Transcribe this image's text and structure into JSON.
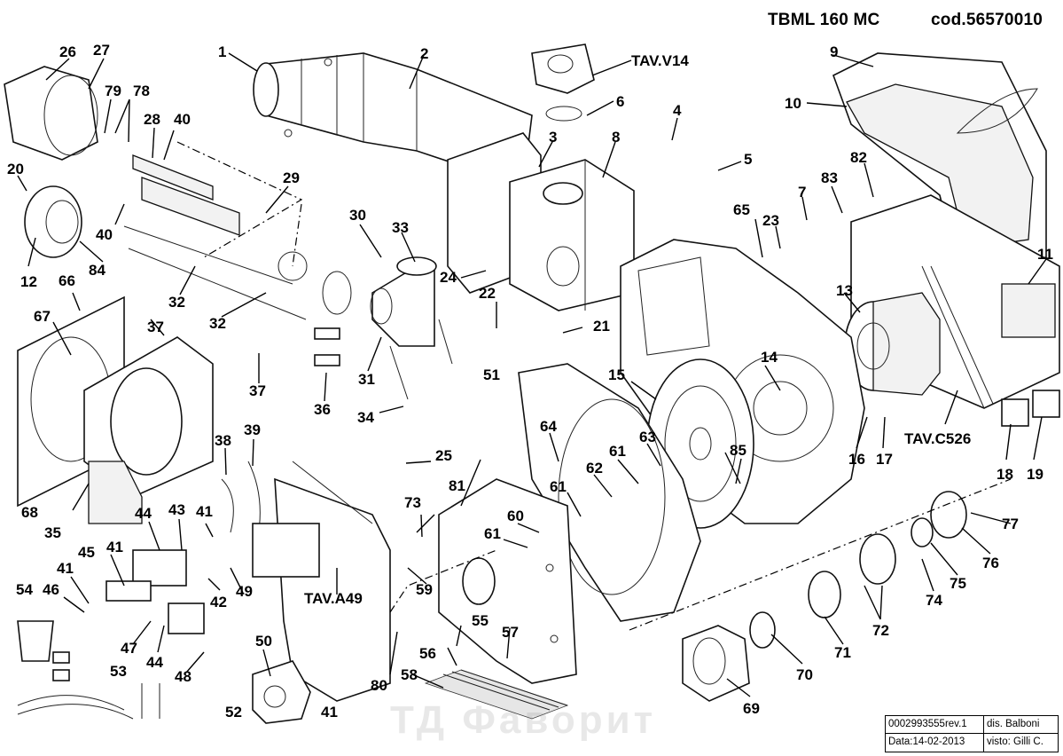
{
  "header": {
    "model": "TBML 160 MC",
    "code": "cod.56570010"
  },
  "title_block": {
    "document_number": "0002993555rev.1",
    "drawn_by": "dis. Balboni",
    "date": "Data:14-02-2013",
    "checked_by": "visto: Gilli C."
  },
  "watermark": "ТД Фаворит",
  "table_refs": [
    "TAV.V14",
    "TAV.C526",
    "TAV.A49"
  ],
  "part_callouts": [
    "1",
    "2",
    "3",
    "4",
    "5",
    "6",
    "7",
    "8",
    "9",
    "10",
    "11",
    "12",
    "13",
    "14",
    "15",
    "16",
    "17",
    "18",
    "19",
    "20",
    "21",
    "22",
    "23",
    "24",
    "25",
    "26",
    "27",
    "28",
    "29",
    "30",
    "31",
    "32",
    "33",
    "34",
    "35",
    "36",
    "37",
    "38",
    "39",
    "40",
    "41",
    "42",
    "43",
    "44",
    "45",
    "46",
    "47",
    "48",
    "49",
    "50",
    "51",
    "52",
    "53",
    "54",
    "55",
    "56",
    "57",
    "58",
    "59",
    "60",
    "61",
    "62",
    "63",
    "64",
    "65",
    "66",
    "67",
    "68",
    "69",
    "70",
    "71",
    "72",
    "73",
    "74",
    "75",
    "76",
    "77",
    "78",
    "79",
    "80",
    "81",
    "82",
    "83",
    "84",
    "85"
  ]
}
